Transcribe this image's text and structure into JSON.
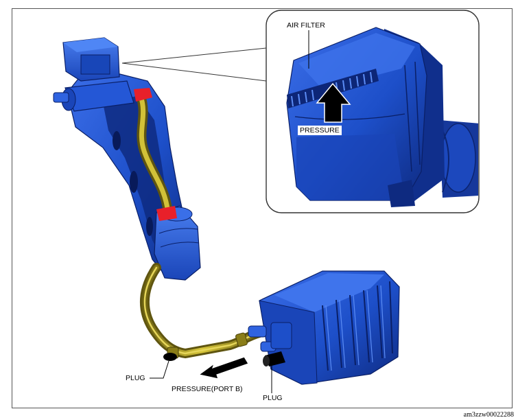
{
  "labels": {
    "air_filter": "AIR FILTER",
    "pressure_inset": "PRESSURE",
    "plug_left": "PLUG",
    "pressure_port_b": "PRESSURE(PORT B)",
    "plug_right": "PLUG"
  },
  "figure_id": "am3zzw00022288",
  "colors": {
    "component_blue": "#1d4fc9",
    "component_dark": "#0e2a80",
    "hose_yellow": "#b8a722",
    "marker_red": "#e8202a",
    "arrow_black": "#000000"
  }
}
